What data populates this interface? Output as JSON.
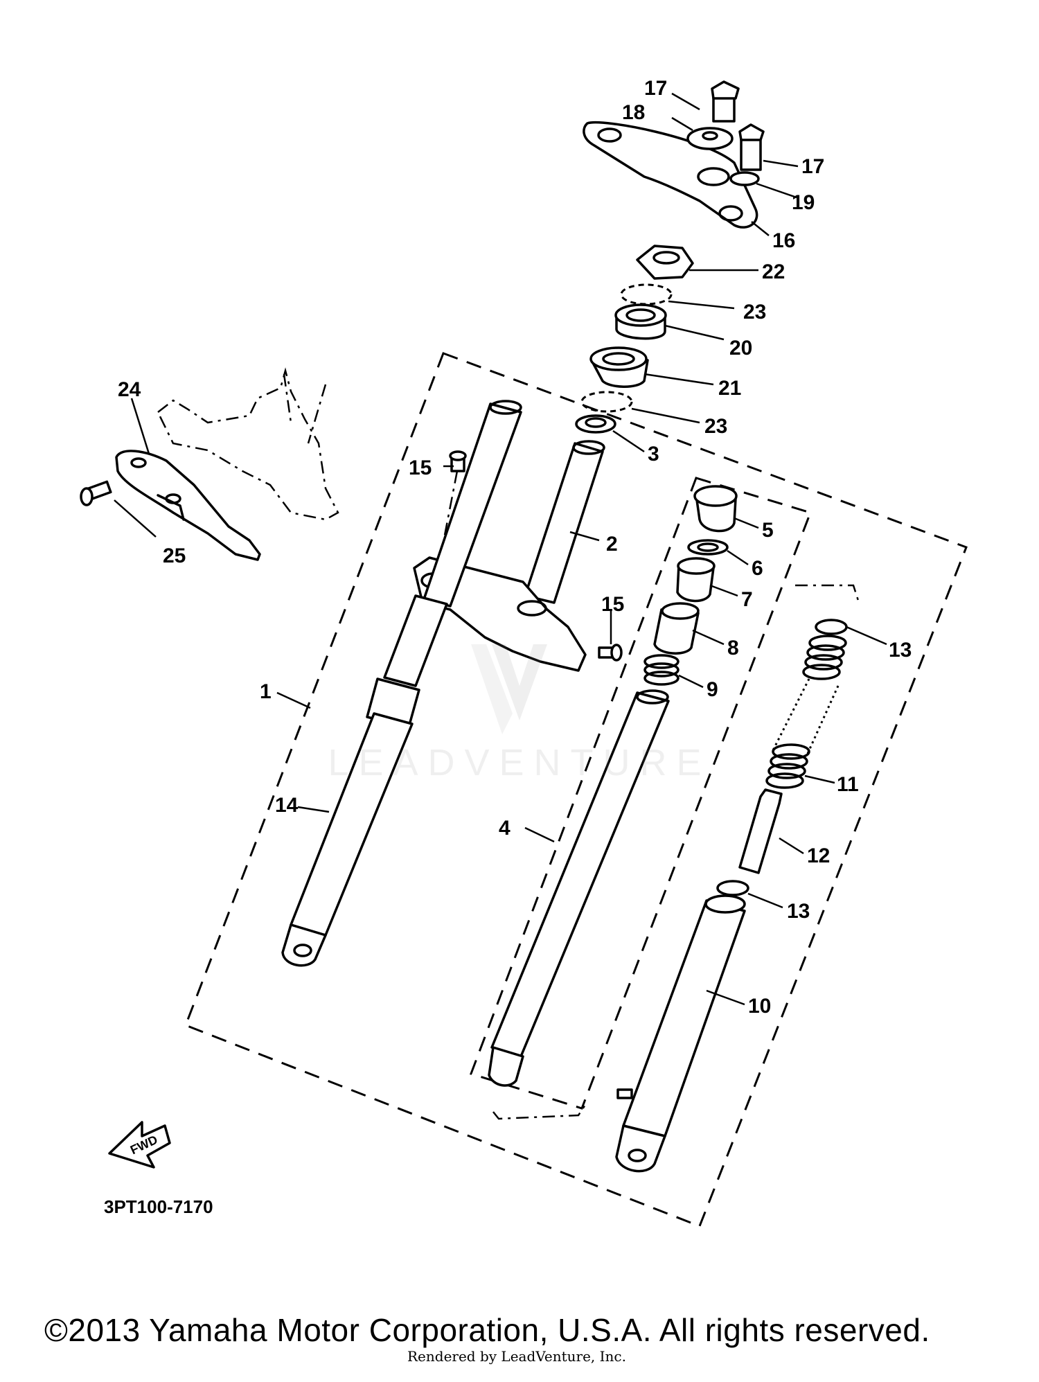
{
  "diagram": {
    "callouts": [
      "1",
      "2",
      "3",
      "4",
      "5",
      "6",
      "7",
      "8",
      "9",
      "10",
      "11",
      "12",
      "13",
      "13",
      "14",
      "15",
      "15",
      "16",
      "17",
      "17",
      "18",
      "19",
      "20",
      "21",
      "22",
      "23",
      "23",
      "24",
      "25"
    ],
    "direction_label": "FWD",
    "code": "3PT100-7170"
  },
  "watermark": {
    "text": "LEADVENTURE"
  },
  "footer": {
    "copyright": "©2013 Yamaha Motor Corporation, U.S.A. All rights reserved.",
    "rendered_by": "Rendered by LeadVenture, Inc."
  },
  "colors": {
    "line": "#000000",
    "background": "#ffffff",
    "watermark": "#888888"
  }
}
